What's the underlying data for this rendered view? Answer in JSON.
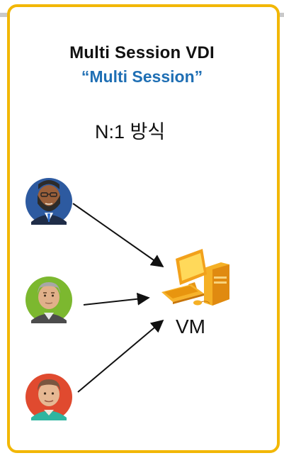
{
  "title": "Multi Session VDI",
  "subtitle": "“Multi Session”",
  "method": "N:1 방식",
  "vm_label": "VM",
  "colors": {
    "border": "#f2b705",
    "subtitle": "#1f6fb4",
    "top_strip": "#c9c9c9"
  },
  "users": [
    {
      "icon": "bearded-man-avatar-icon",
      "background": "#2d5aa0"
    },
    {
      "icon": "older-man-avatar-icon",
      "background": "#7cb82f"
    },
    {
      "icon": "young-man-avatar-icon",
      "background": "#e04a2f"
    }
  ],
  "device_icon": "computer-icon"
}
